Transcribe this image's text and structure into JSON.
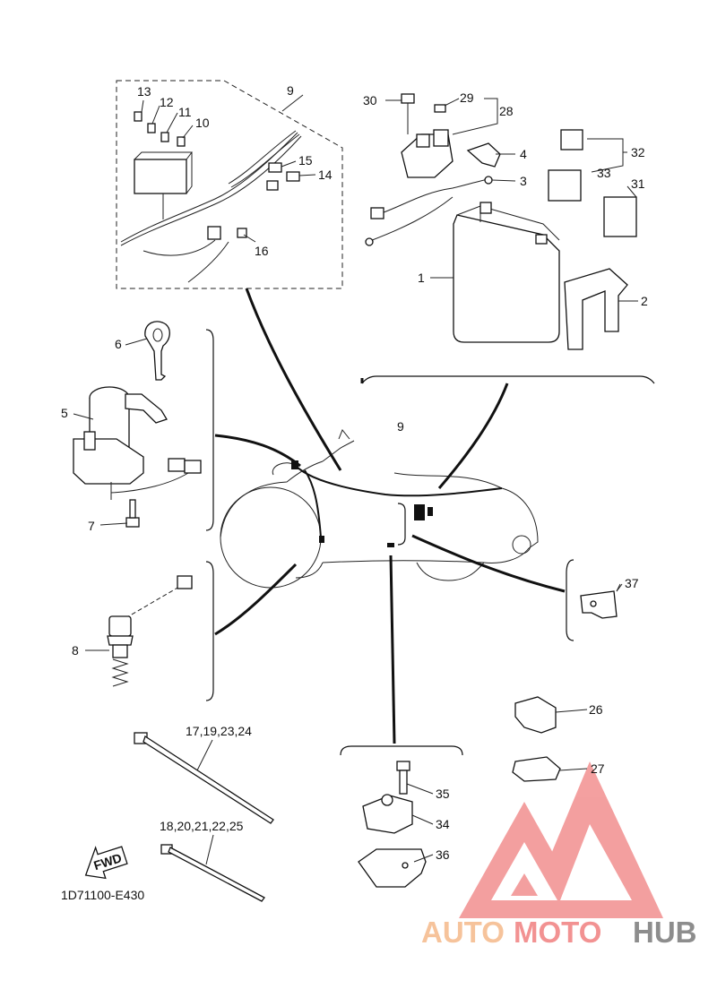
{
  "diagram_code": "1D71100-E430",
  "fwd_label": "FWD",
  "watermark": {
    "part1": "AUTO",
    "part2": "MOTO",
    "part3": "HUB",
    "color_light": "#f5b98a",
    "color_red": "#f08080",
    "color_gray": "#7a7a7a"
  },
  "callouts": {
    "c1": "1",
    "c2": "2",
    "c3": "3",
    "c4": "4",
    "c5": "5",
    "c6": "6",
    "c7": "7",
    "c8": "8",
    "c9_top": "9",
    "c9_mid": "9",
    "c10": "10",
    "c11": "11",
    "c12": "12",
    "c13": "13",
    "c14": "14",
    "c15": "15",
    "c16": "16",
    "c17": "17,19,23,24",
    "c18": "18,20,21,22,25",
    "c26": "26",
    "c27": "27",
    "c28": "28",
    "c29": "29",
    "c30": "30",
    "c31": "31",
    "c32": "32",
    "c33": "33",
    "c34": "34",
    "c35": "35",
    "c36": "36",
    "c37": "37"
  }
}
